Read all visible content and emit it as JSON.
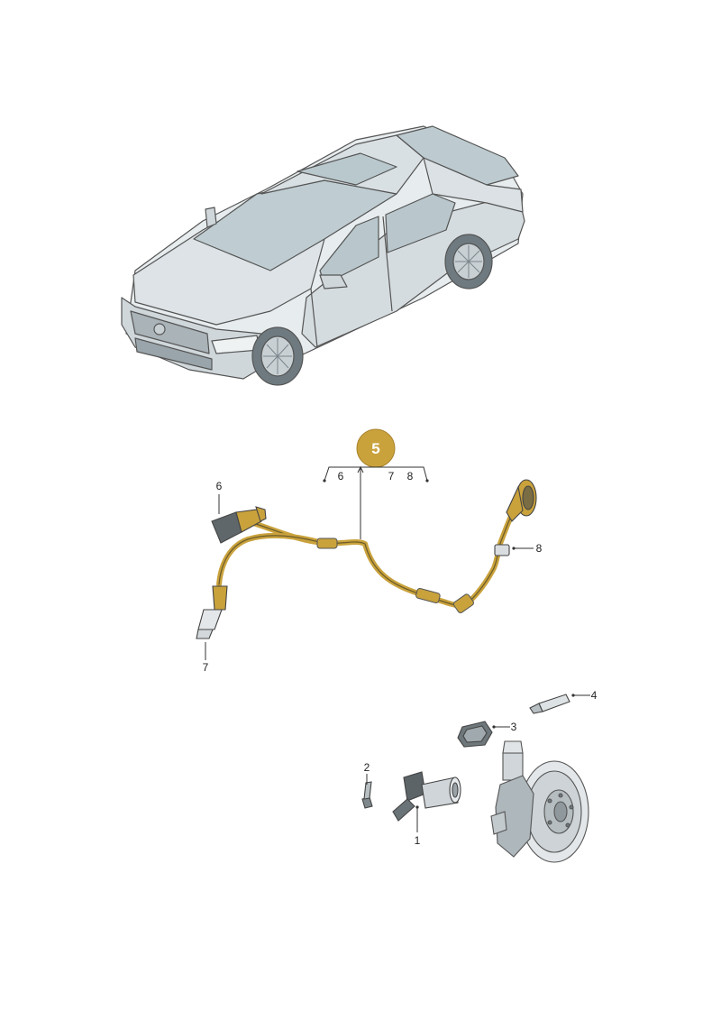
{
  "colors": {
    "highlight": "#c9a23c",
    "badge": "#c9a23c",
    "line": "#333333",
    "car_fill": "#d6dde0",
    "glass": "#b7c6cc"
  },
  "icons": [
    "car-illustration",
    "abs-sensor-cable",
    "speed-sensor",
    "bolt",
    "grommet",
    "grease-tube",
    "brake-disc-hub"
  ],
  "main_part": {
    "number": "5",
    "subparts": [
      "6",
      "7",
      "8"
    ]
  },
  "callouts": {
    "p1": "1",
    "p2": "2",
    "p3": "3",
    "p4": "4",
    "p6": "6",
    "p7": "7",
    "p8": "8"
  }
}
